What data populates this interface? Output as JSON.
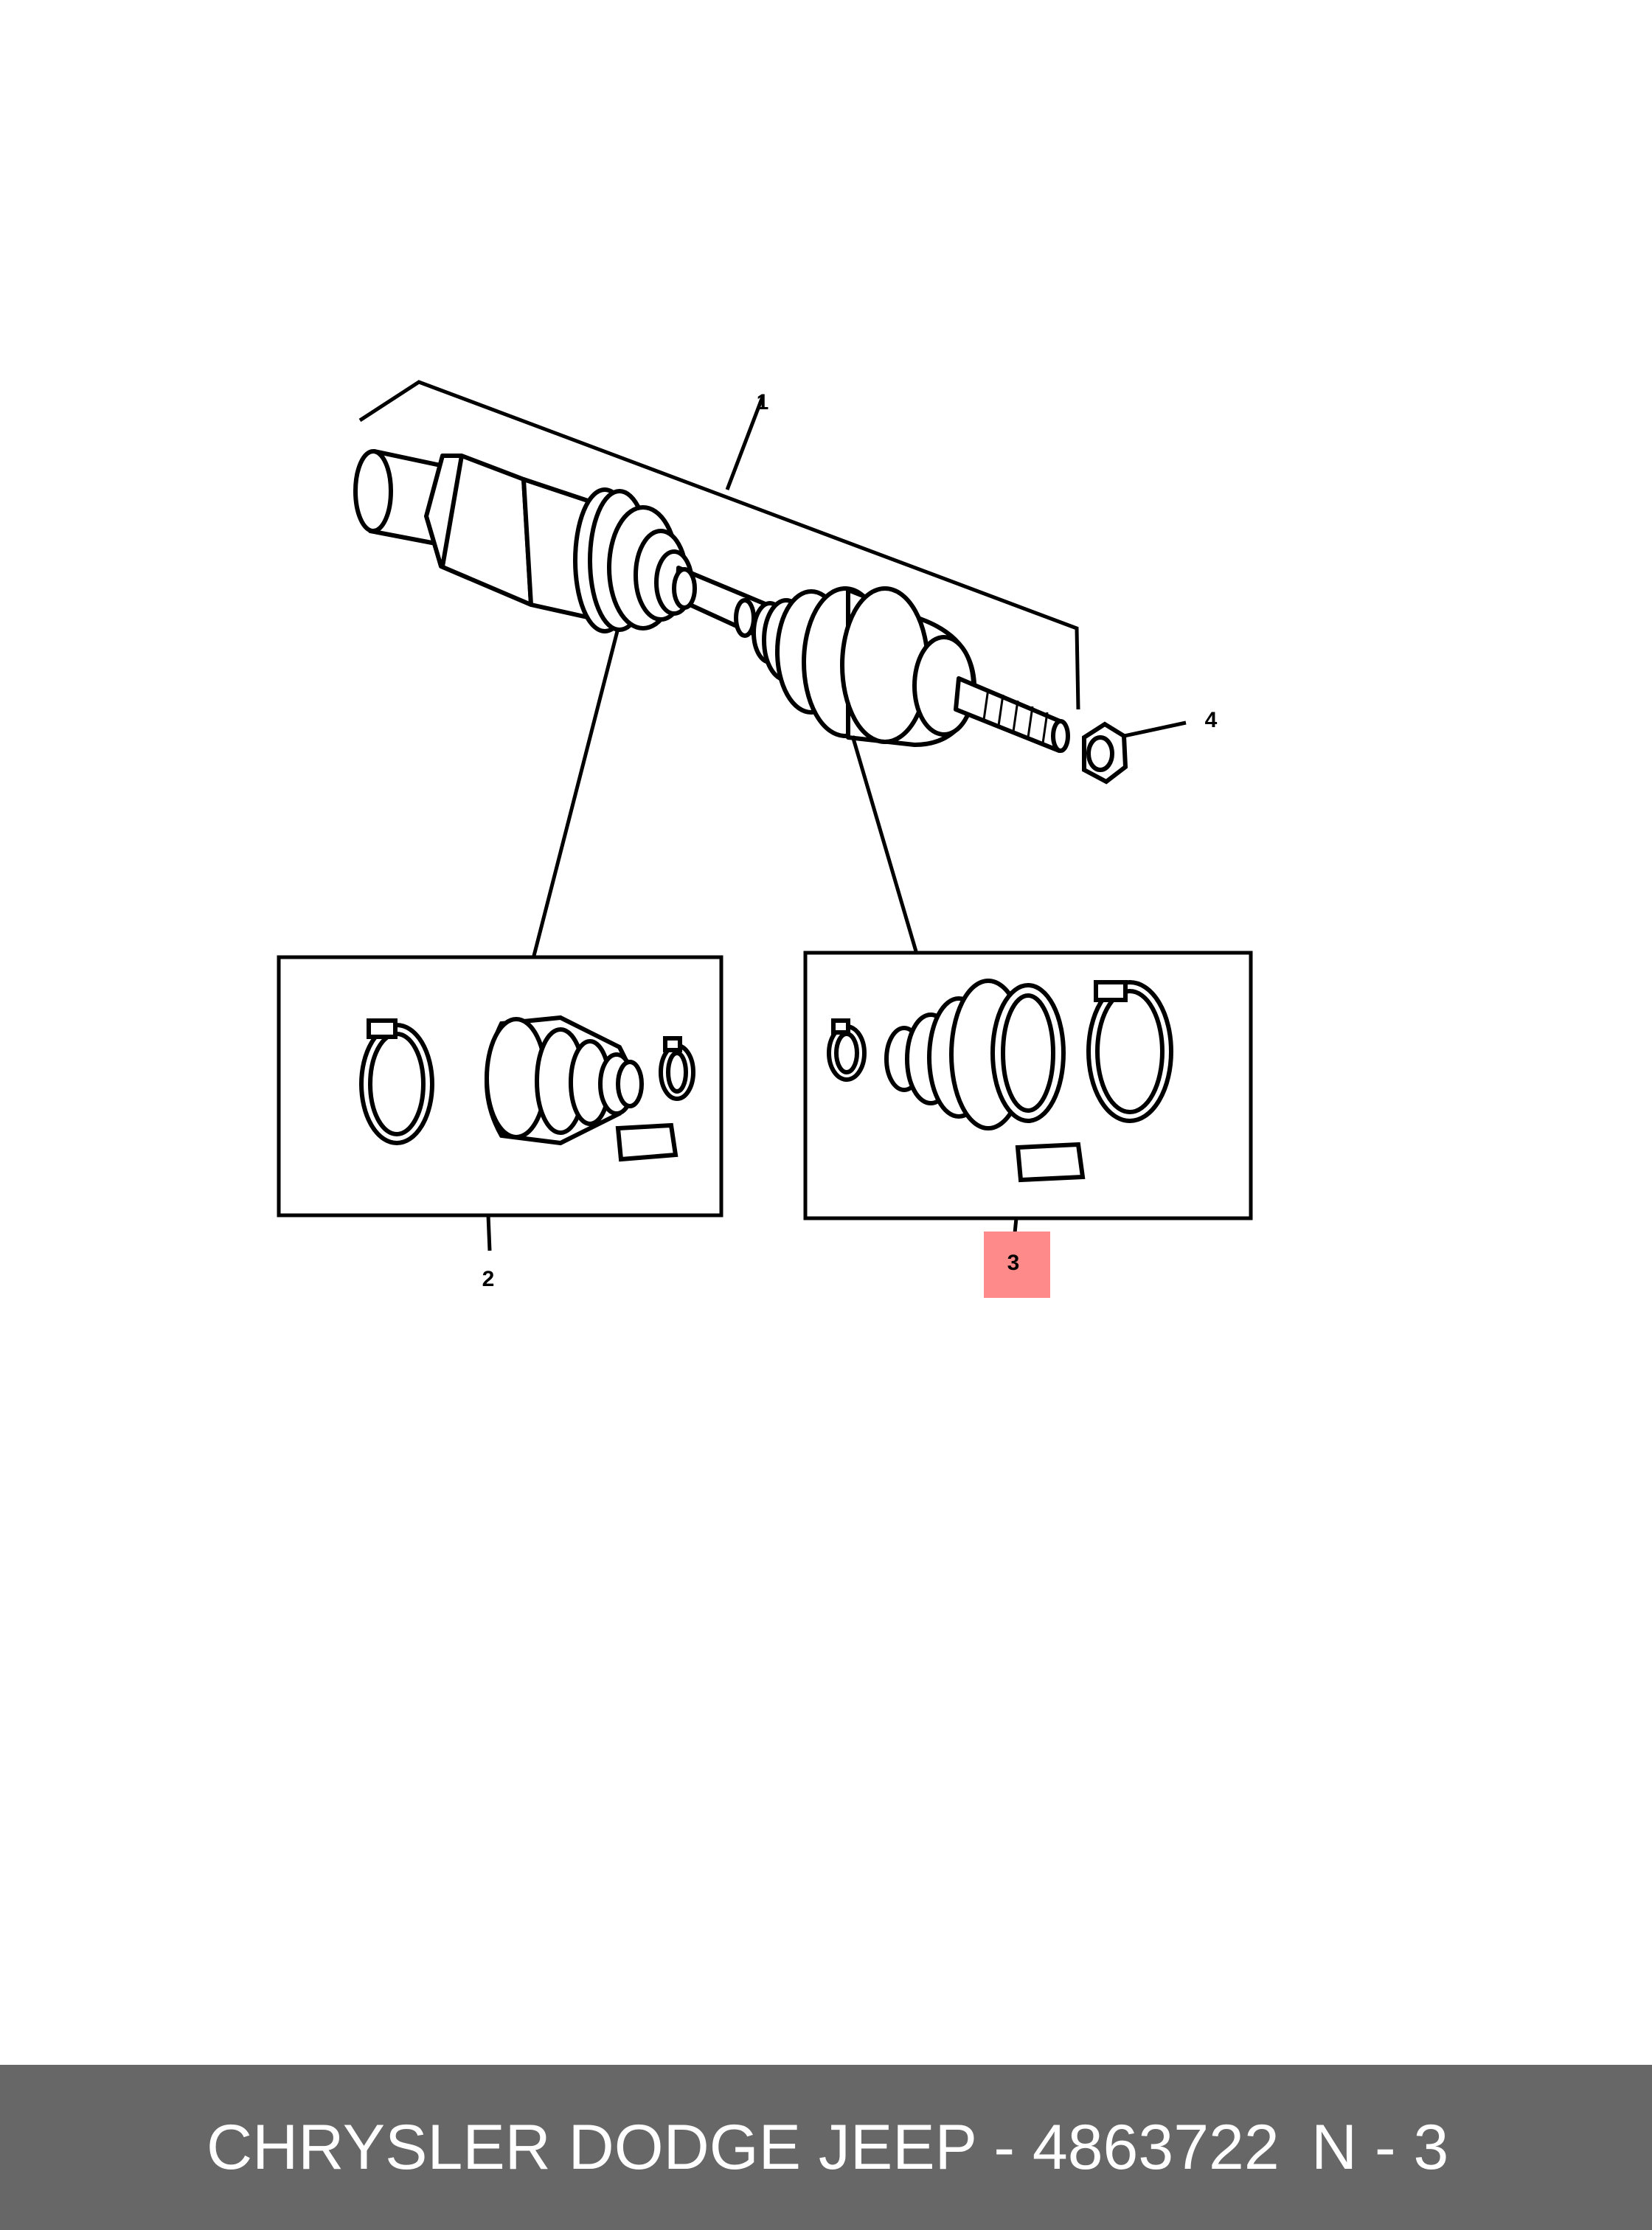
{
  "diagram": {
    "callouts": [
      {
        "id": "1",
        "label": "1",
        "highlighted": false
      },
      {
        "id": "2",
        "label": "2",
        "highlighted": false
      },
      {
        "id": "3",
        "label": "3",
        "highlighted": true
      },
      {
        "id": "4",
        "label": "4",
        "highlighted": false
      }
    ],
    "highlight_color": "#ff8a8a",
    "line_color": "#000000"
  },
  "footer": {
    "brand_part": "CHRYSLER DODGE JEEP - 4863722",
    "reference": "N - 3",
    "background": "#676767",
    "text_color": "#ffffff"
  }
}
